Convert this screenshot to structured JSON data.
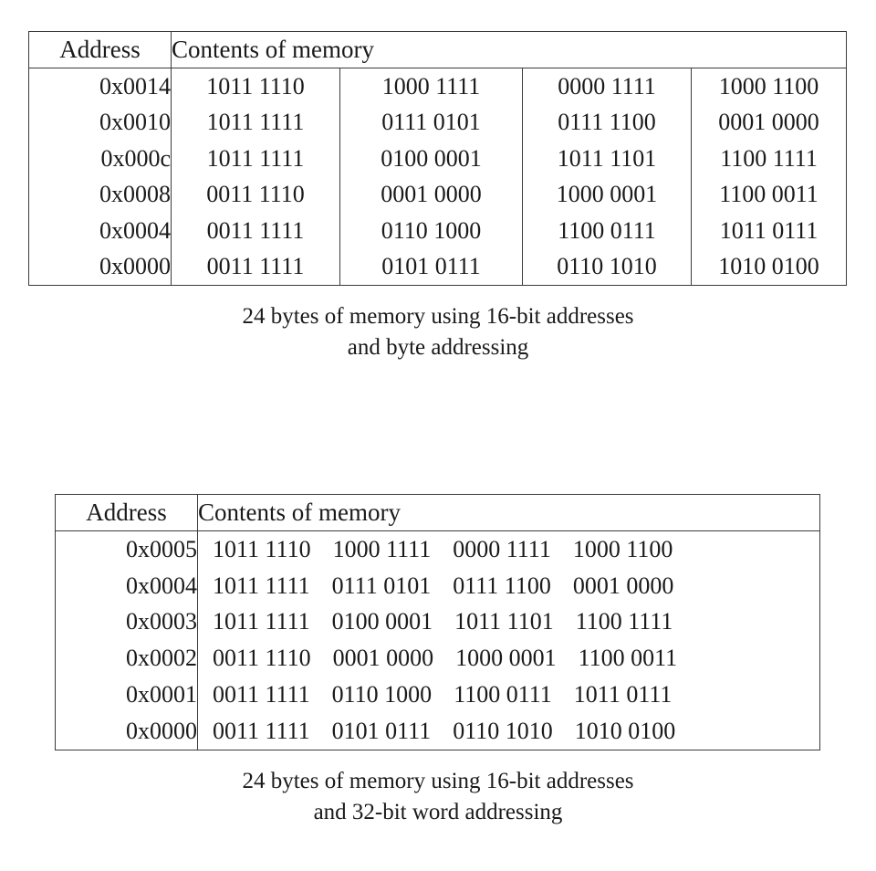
{
  "figures": [
    {
      "id": "byte-addressing",
      "columns": {
        "address": "Address",
        "contents": "Contents of memory"
      },
      "rows": [
        {
          "address": "0x0014",
          "bytes": [
            "1011 1110",
            "1000 1111",
            "0000 1111",
            "1000 1100"
          ]
        },
        {
          "address": "0x0010",
          "bytes": [
            "1011 1111",
            "0111 0101",
            "0111 1100",
            "0001 0000"
          ]
        },
        {
          "address": "0x000c",
          "bytes": [
            "1011 1111",
            "0100 0001",
            "1011 1101",
            "1100 1111"
          ]
        },
        {
          "address": "0x0008",
          "bytes": [
            "0011 1110",
            "0001 0000",
            "1000 0001",
            "1100 0011"
          ]
        },
        {
          "address": "0x0004",
          "bytes": [
            "0011 1111",
            "0110 1000",
            "1100 0111",
            "1011 0111"
          ]
        },
        {
          "address": "0x0000",
          "bytes": [
            "0011 1111",
            "0101 0111",
            "0110 1010",
            "1010 0100"
          ]
        }
      ],
      "caption_line1": "24 bytes of memory using 16-bit addresses",
      "caption_line2": "and byte addressing"
    },
    {
      "id": "word-addressing",
      "columns": {
        "address": "Address",
        "contents": "Contents of memory"
      },
      "rows": [
        {
          "address": "0x0005",
          "bytes": [
            "1011 1110",
            "1000 1111",
            "0000 1111",
            "1000 1100"
          ]
        },
        {
          "address": "0x0004",
          "bytes": [
            "1011 1111",
            "0111 0101",
            "0111 1100",
            "0001 0000"
          ]
        },
        {
          "address": "0x0003",
          "bytes": [
            "1011 1111",
            "0100 0001",
            "1011 1101",
            "1100 1111"
          ]
        },
        {
          "address": "0x0002",
          "bytes": [
            "0011 1110",
            "0001 0000",
            "1000 0001",
            "1100 0011"
          ]
        },
        {
          "address": "0x0001",
          "bytes": [
            "0011 1111",
            "0110 1000",
            "1100 0111",
            "1011 0111"
          ]
        },
        {
          "address": "0x0000",
          "bytes": [
            "0011 1111",
            "0101 0111",
            "0110 1010",
            "1010 0100"
          ]
        }
      ],
      "caption_line1": "24 bytes of memory using 16-bit addresses",
      "caption_line2": "and 32-bit word addressing"
    }
  ],
  "colors": {
    "page_background": "#ffffff",
    "text": "#1a1a1a",
    "rule": "#3a3a3a"
  }
}
